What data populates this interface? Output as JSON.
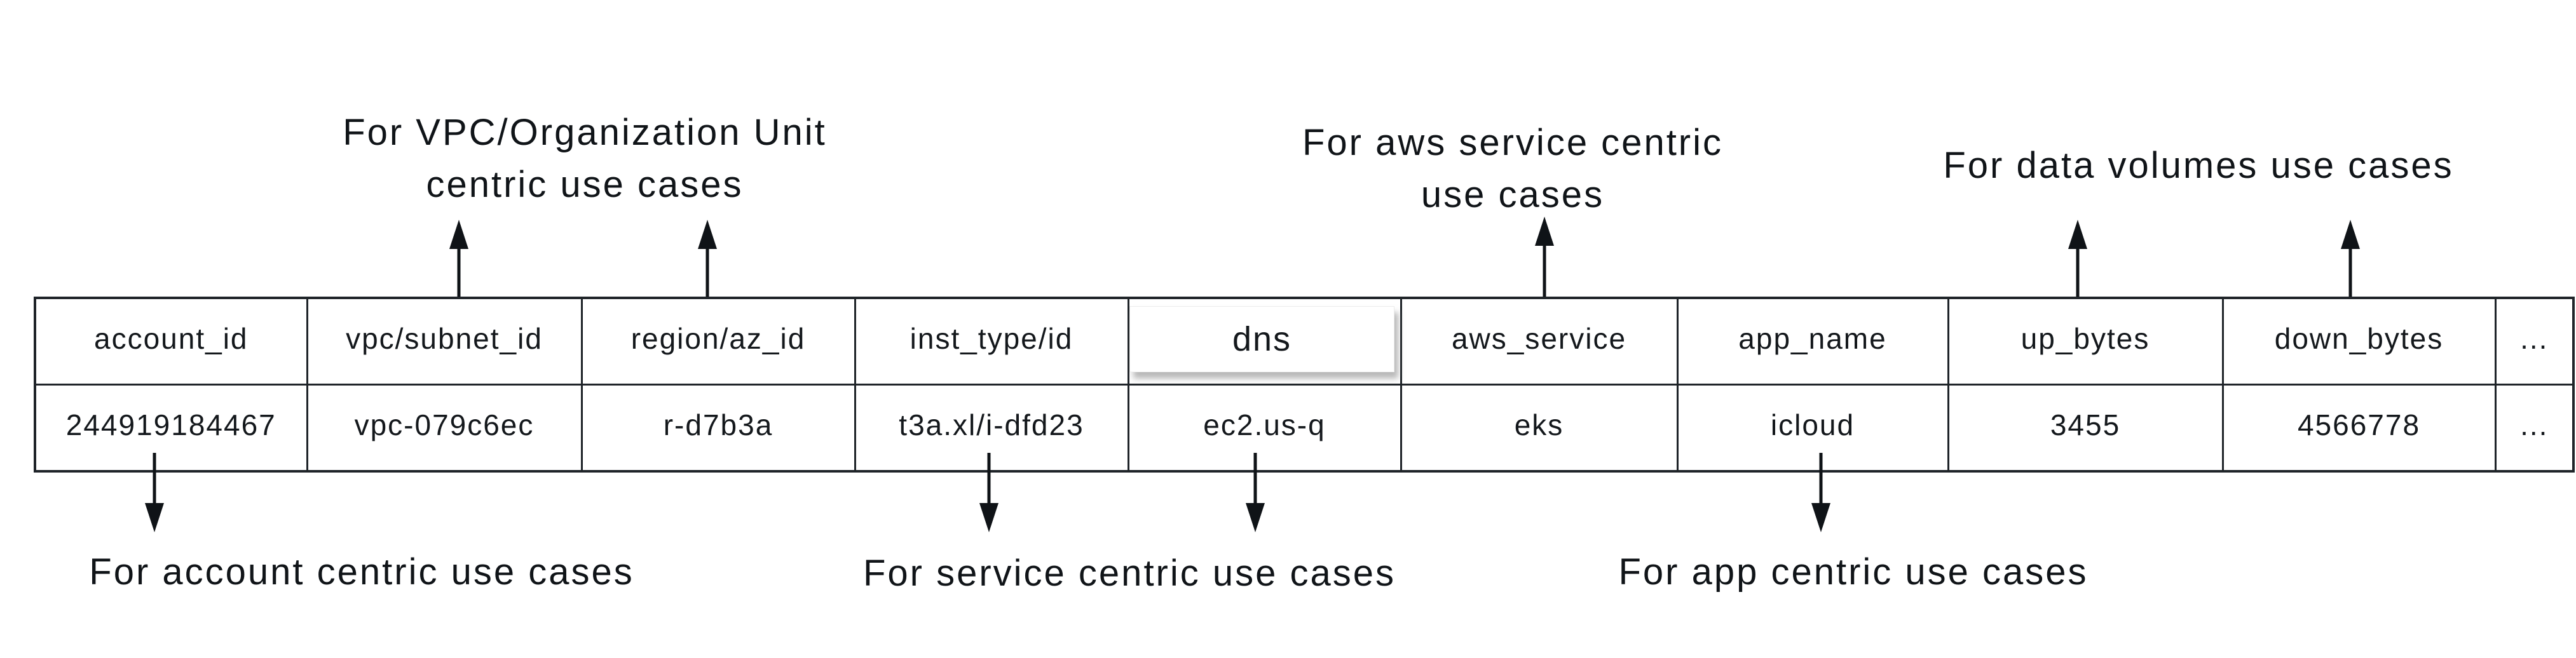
{
  "table": {
    "columns": [
      "account_id",
      "vpc/subnet_id",
      "region/az_id",
      "inst_type/id",
      "dns",
      "aws_service",
      "app_name",
      "up_bytes",
      "down_bytes",
      "..."
    ],
    "row": [
      "244919184467",
      "vpc-079c6ec",
      "r-d7b3a",
      "t3a.xl/i-dfd23",
      "ec2.us-q",
      "eks",
      "icloud",
      "3455",
      "4566778",
      "..."
    ]
  },
  "annotations": {
    "top": [
      {
        "line1": "For VPC/Organization Unit",
        "line2": "centric use cases"
      },
      {
        "line1": "For aws service centric",
        "line2": "use cases"
      },
      {
        "line1": "For data volumes use cases"
      }
    ],
    "bottom": [
      {
        "text": "For account centric use cases"
      },
      {
        "text": "For service centric use cases"
      },
      {
        "text": "For app centric use cases"
      }
    ]
  },
  "colors": {
    "background": "#ffffff",
    "ink": "#1f2429",
    "arrow": "#0f1317",
    "text": "#101418",
    "dns_box_shadow": "#8f9398"
  }
}
